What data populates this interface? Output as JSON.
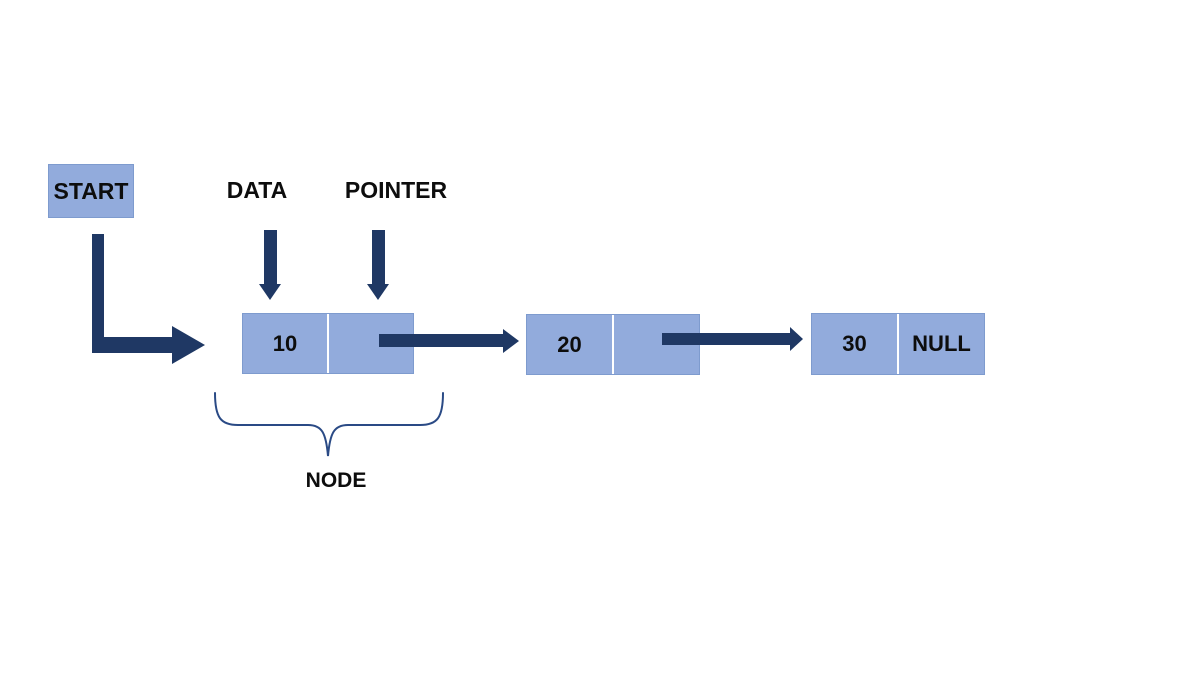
{
  "labels": {
    "start": "START",
    "data": "DATA",
    "pointer": "POINTER",
    "node": "NODE"
  },
  "nodes": [
    {
      "data": "10",
      "pointer": ""
    },
    {
      "data": "20",
      "pointer": ""
    },
    {
      "data": "30",
      "pointer": "NULL"
    }
  ],
  "colors": {
    "box_fill": "#92abdc",
    "box_border": "#7e9bce",
    "arrow": "#1f3864",
    "brace": "#2a4a85",
    "text": "#0d0d0d",
    "background": "#ffffff"
  }
}
